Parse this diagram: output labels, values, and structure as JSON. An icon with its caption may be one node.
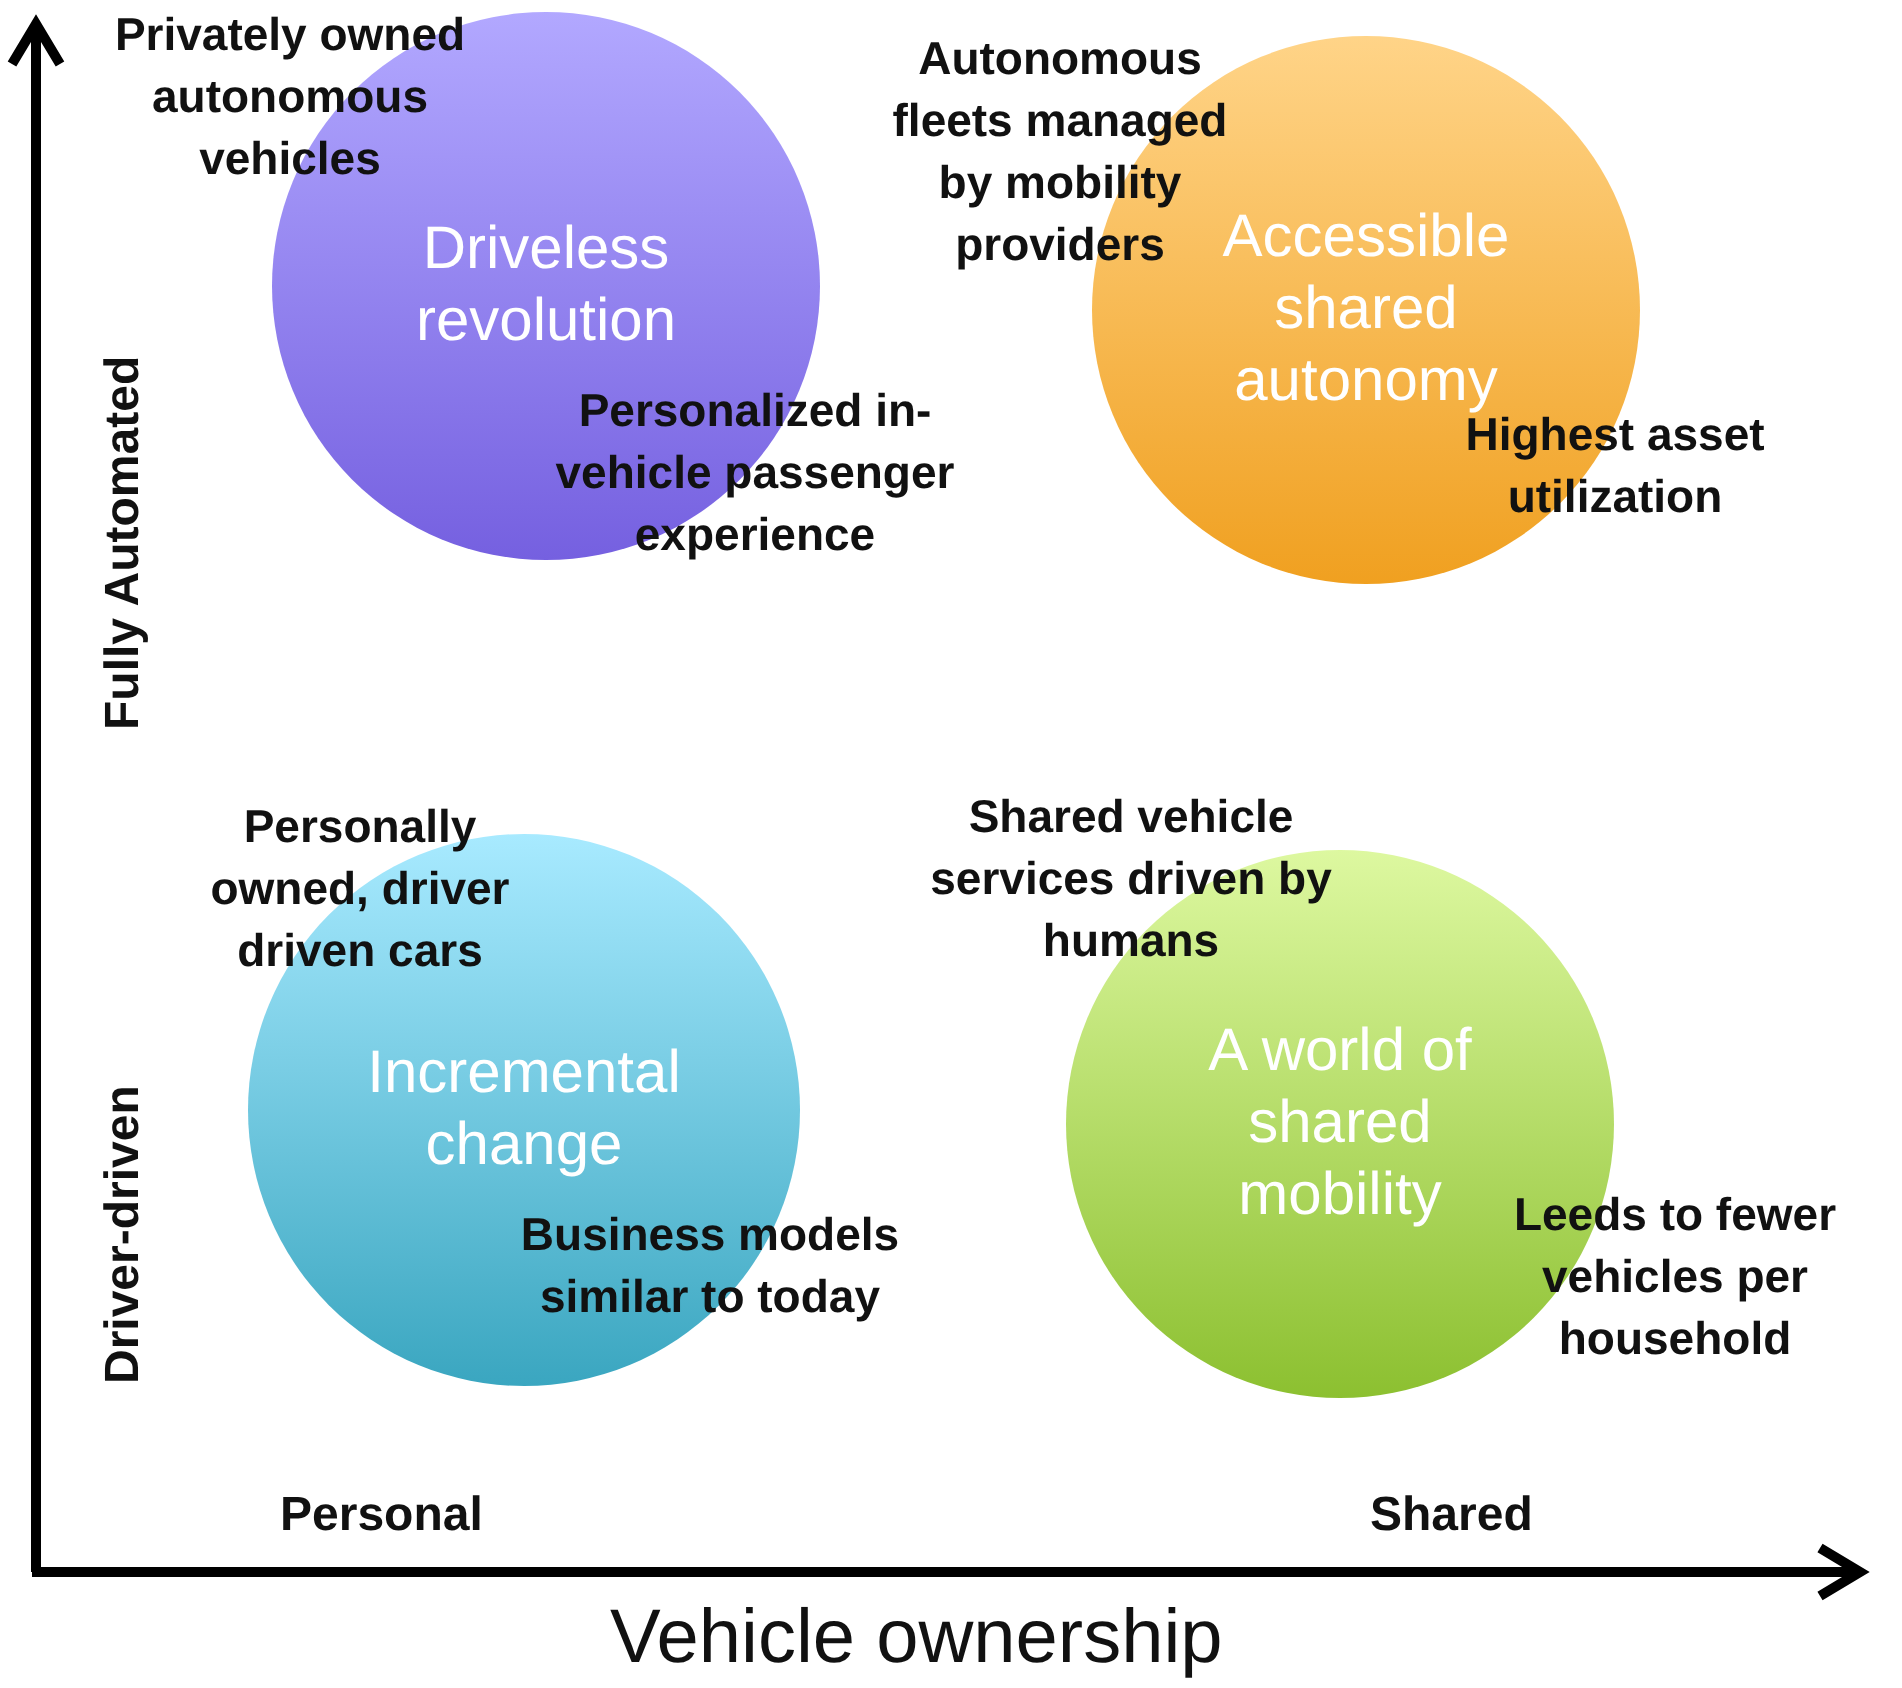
{
  "diagram": {
    "nodes": [
      {
        "text": [
          "Privately owned autonomous vehicles",
          "Driveless revolution",
          "Personalized in-vehicle passenger experience"
        ]
      },
      {
        "text": [
          "Autonomous fleets managed by mobility providers",
          "Accessible shared autonomy",
          "Highest asset utilization"
        ]
      },
      {
        "text": [
          "Personally owned, driver driven cars",
          "Incremental change",
          "Business models similar to today"
        ]
      },
      {
        "text": [
          "Shared vehicle services driven by humans",
          "A world of shared mobility",
          "Leeds to fewer vehicles per household"
        ]
      }
    ],
    "edges": [],
    "labels": [
      "Fully Automated",
      "Driver-driven",
      "Personal",
      "Shared",
      "Vehicle ownership"
    ]
  }
}
